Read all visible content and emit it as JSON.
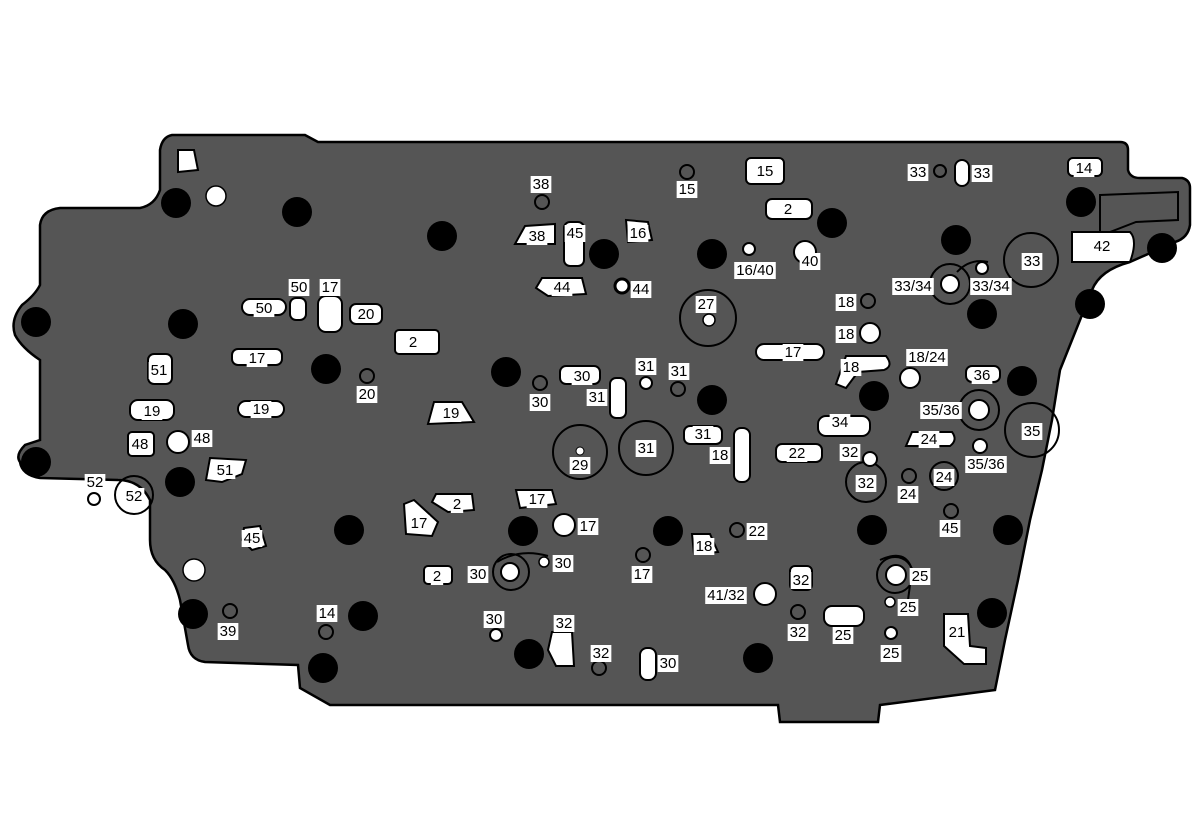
{
  "diagram": {
    "plate_color": "#555555",
    "hole_color": "#000000",
    "slot_color": "#ffffff",
    "labels": [
      {
        "id": "l38a",
        "text": "38"
      },
      {
        "id": "l38b",
        "text": "38"
      },
      {
        "id": "l45a",
        "text": "45"
      },
      {
        "id": "l16",
        "text": "16"
      },
      {
        "id": "l15a",
        "text": "15"
      },
      {
        "id": "l15b",
        "text": "15"
      },
      {
        "id": "l2a",
        "text": "2"
      },
      {
        "id": "l33a",
        "text": "33"
      },
      {
        "id": "l33b",
        "text": "33"
      },
      {
        "id": "l14a",
        "text": "14"
      },
      {
        "id": "l42",
        "text": "42"
      },
      {
        "id": "l1640",
        "text": "16/40"
      },
      {
        "id": "l40",
        "text": "40"
      },
      {
        "id": "l44a",
        "text": "44"
      },
      {
        "id": "l44b",
        "text": "44"
      },
      {
        "id": "l27",
        "text": "27"
      },
      {
        "id": "l3334a",
        "text": "33/34"
      },
      {
        "id": "l3334b",
        "text": "33/34"
      },
      {
        "id": "l33c",
        "text": "33"
      },
      {
        "id": "l18a",
        "text": "18"
      },
      {
        "id": "l18b",
        "text": "18"
      },
      {
        "id": "l18c",
        "text": "18"
      },
      {
        "id": "l1824",
        "text": "18/24"
      },
      {
        "id": "l36",
        "text": "36"
      },
      {
        "id": "l17a",
        "text": "17"
      },
      {
        "id": "l50a",
        "text": "50"
      },
      {
        "id": "l50b",
        "text": "50"
      },
      {
        "id": "l17b",
        "text": "17"
      },
      {
        "id": "l20a",
        "text": "20"
      },
      {
        "id": "l2b",
        "text": "2"
      },
      {
        "id": "l17c",
        "text": "17"
      },
      {
        "id": "l51a",
        "text": "51"
      },
      {
        "id": "l20b",
        "text": "20"
      },
      {
        "id": "l19a",
        "text": "19"
      },
      {
        "id": "l19b",
        "text": "19"
      },
      {
        "id": "l19c",
        "text": "19"
      },
      {
        "id": "l48a",
        "text": "48"
      },
      {
        "id": "l48b",
        "text": "48"
      },
      {
        "id": "l51b",
        "text": "51"
      },
      {
        "id": "l52a",
        "text": "52"
      },
      {
        "id": "l52b",
        "text": "52"
      },
      {
        "id": "l30a",
        "text": "30"
      },
      {
        "id": "l30b",
        "text": "30"
      },
      {
        "id": "l31a",
        "text": "31"
      },
      {
        "id": "l31b",
        "text": "31"
      },
      {
        "id": "l31c",
        "text": "31"
      },
      {
        "id": "l31d",
        "text": "31"
      },
      {
        "id": "l31e",
        "text": "31"
      },
      {
        "id": "l29",
        "text": "29"
      },
      {
        "id": "l18d",
        "text": "18"
      },
      {
        "id": "l22a",
        "text": "22"
      },
      {
        "id": "l34",
        "text": "34"
      },
      {
        "id": "l3536a",
        "text": "35/36"
      },
      {
        "id": "l3536b",
        "text": "35/36"
      },
      {
        "id": "l35",
        "text": "35"
      },
      {
        "id": "l24a",
        "text": "24"
      },
      {
        "id": "l24b",
        "text": "24"
      },
      {
        "id": "l24c",
        "text": "24"
      },
      {
        "id": "l32a",
        "text": "32"
      },
      {
        "id": "l32b",
        "text": "32"
      },
      {
        "id": "l45b",
        "text": "45"
      },
      {
        "id": "l45c",
        "text": "45"
      },
      {
        "id": "l17d",
        "text": "17"
      },
      {
        "id": "l2c",
        "text": "2"
      },
      {
        "id": "l17e",
        "text": "17"
      },
      {
        "id": "l17f",
        "text": "17"
      },
      {
        "id": "l22b",
        "text": "22"
      },
      {
        "id": "l18e",
        "text": "18"
      },
      {
        "id": "l17g",
        "text": "17"
      },
      {
        "id": "l2d",
        "text": "2"
      },
      {
        "id": "l30c",
        "text": "30"
      },
      {
        "id": "l30d",
        "text": "30"
      },
      {
        "id": "l32c",
        "text": "32"
      },
      {
        "id": "l4132",
        "text": "41/32"
      },
      {
        "id": "l32d",
        "text": "32"
      },
      {
        "id": "l25a",
        "text": "25"
      },
      {
        "id": "l25b",
        "text": "25"
      },
      {
        "id": "l25c",
        "text": "25"
      },
      {
        "id": "l25d",
        "text": "25"
      },
      {
        "id": "l21",
        "text": "21"
      },
      {
        "id": "l39",
        "text": "39"
      },
      {
        "id": "l14b",
        "text": "14"
      },
      {
        "id": "l30e",
        "text": "30"
      },
      {
        "id": "l32e",
        "text": "32"
      },
      {
        "id": "l32f",
        "text": "32"
      },
      {
        "id": "l30f",
        "text": "30"
      }
    ]
  }
}
